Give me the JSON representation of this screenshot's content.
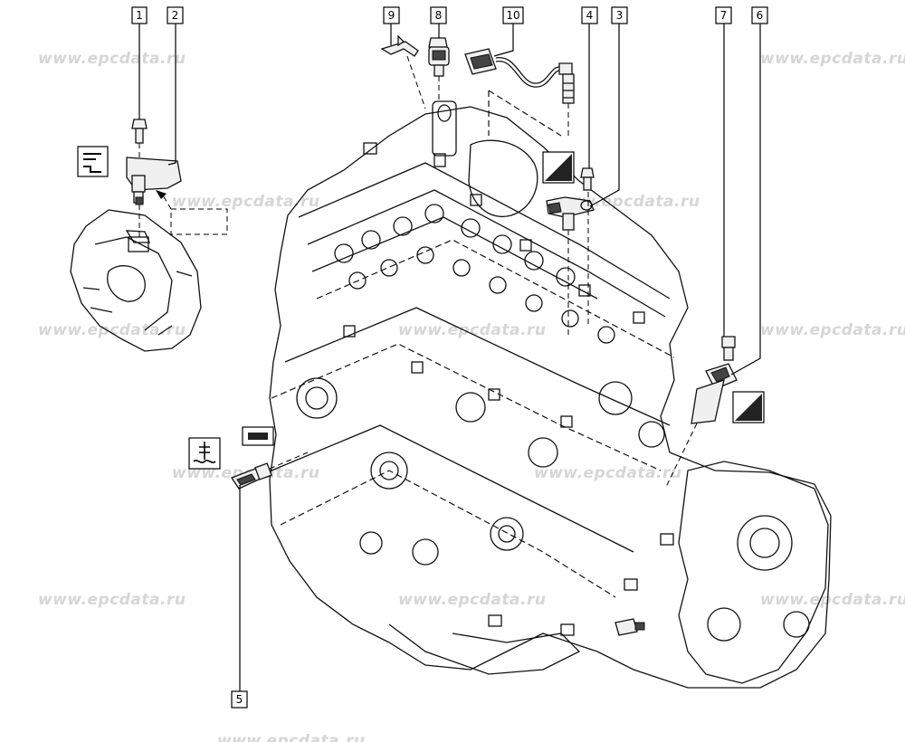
{
  "watermark": {
    "text": "www.epcdata.ru"
  },
  "callouts": [
    {
      "id": "1",
      "label": "1"
    },
    {
      "id": "2",
      "label": "2"
    },
    {
      "id": "3",
      "label": "3"
    },
    {
      "id": "4",
      "label": "4"
    },
    {
      "id": "5",
      "label": "5"
    },
    {
      "id": "6",
      "label": "6"
    },
    {
      "id": "7",
      "label": "7"
    },
    {
      "id": "8",
      "label": "8"
    },
    {
      "id": "9",
      "label": "9"
    },
    {
      "id": "10",
      "label": "10"
    }
  ],
  "symbols": [
    {
      "name": "torque-gauge-icon"
    },
    {
      "name": "coolant-level-icon"
    },
    {
      "name": "sealant-icon"
    },
    {
      "name": "grease-application-icon"
    }
  ],
  "colors": {
    "line": "#000000",
    "watermark": "#d6d6d6",
    "background": "#ffffff"
  }
}
